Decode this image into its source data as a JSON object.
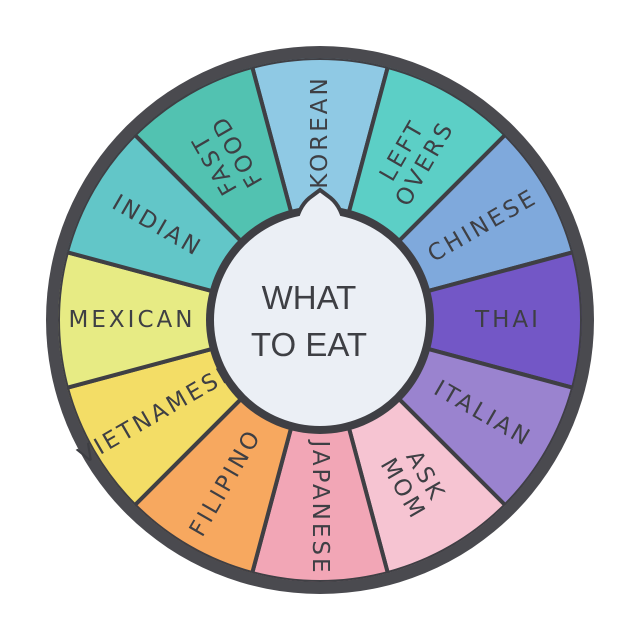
{
  "center": {
    "line1": "WHAT",
    "line2": "TO EAT"
  },
  "segments": [
    {
      "lines": [
        "KOREAN"
      ],
      "color": "#8fc9e4",
      "flip": false
    },
    {
      "lines": [
        "LEFT",
        "OVERS"
      ],
      "color": "#5ccfc6",
      "flip": false
    },
    {
      "lines": [
        "CHINESE"
      ],
      "color": "#7fa9dc",
      "flip": false
    },
    {
      "lines": [
        "THAI"
      ],
      "color": "#7357c6",
      "flip": false
    },
    {
      "lines": [
        "ITALIAN"
      ],
      "color": "#9a83cf",
      "flip": false
    },
    {
      "lines": [
        "ASK",
        "MOM"
      ],
      "color": "#f6c4d2",
      "flip": false
    },
    {
      "lines": [
        "JAPANESE"
      ],
      "color": "#f2a6b6",
      "flip": false
    },
    {
      "lines": [
        "FILIPINO"
      ],
      "color": "#f7a85f",
      "flip": true
    },
    {
      "lines": [
        "VIETNAMESE"
      ],
      "color": "#f3dd66",
      "flip": true
    },
    {
      "lines": [
        "MEXICAN"
      ],
      "color": "#e7eb84",
      "flip": true
    },
    {
      "lines": [
        "INDIAN"
      ],
      "color": "#62c6c8",
      "flip": true
    },
    {
      "lines": [
        "FAST",
        "FOOD"
      ],
      "color": "#52c2b1",
      "flip": false
    }
  ],
  "colors": {
    "rim": "#4a4a4f",
    "divider": "#3f3f44",
    "hub": "#ebeff5",
    "text": "#3e3f44"
  }
}
